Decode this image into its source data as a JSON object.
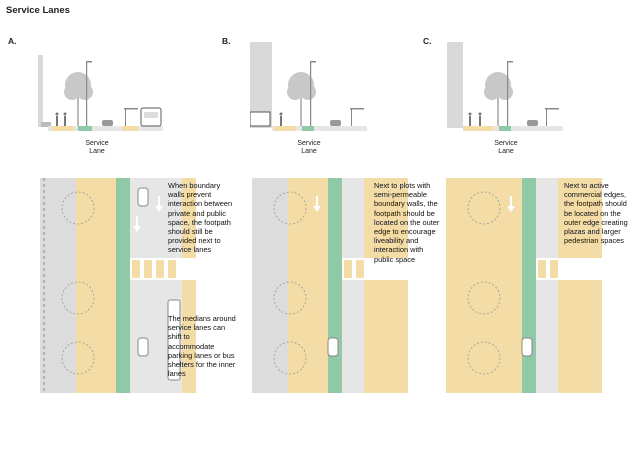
{
  "page_title": "Service Lanes",
  "panels": [
    {
      "label": "A.",
      "section_label": "Service\nLane",
      "descriptions": [
        "When boundary walls prevent interaction between private and public space, the footpath should still be provided next to service lanes",
        "The medians around service lanes can shift to accommodate parking lanes or bus shelters for the inner lanes"
      ]
    },
    {
      "label": "B.",
      "section_label": "Service\nLane",
      "descriptions": [
        "Next to plots with semi-permeable boundary walls, the footpath should be located on the outer edge to encourage liveability and interaction with public space"
      ]
    },
    {
      "label": "C.",
      "section_label": "Service\nLane",
      "descriptions": [
        "Next to active commercial edges, the footpath should be located on the outer edge creating plazas and larger pedestrian spaces"
      ]
    }
  ],
  "colors": {
    "footpath": "#f4dca7",
    "green_median": "#8fc9a6",
    "road": "#dcdcdc",
    "building": "#d9d9d9",
    "tree": "#c8c8c8"
  },
  "icons": [
    "tree-icon",
    "streetlight-icon",
    "car-icon",
    "bus-icon",
    "bus-shelter-icon",
    "pedestrian-icon",
    "arrow-down-icon"
  ]
}
